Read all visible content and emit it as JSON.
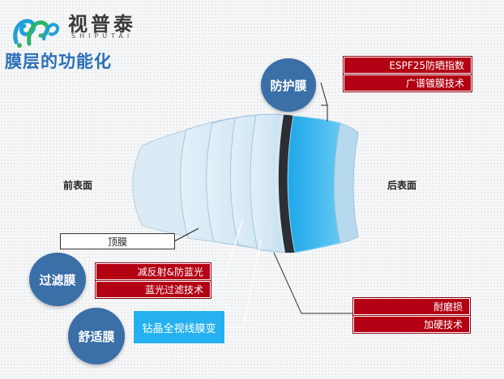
{
  "brand": {
    "name_cn": "视普泰",
    "name_en": "SHIPUTAI"
  },
  "title": "膜层的功能化",
  "faces": {
    "front": "前表面",
    "back": "后表面"
  },
  "groups": {
    "protect": {
      "circle": "防护膜",
      "items": [
        "ESPF25防晒指数",
        "广谱镀膜技术"
      ]
    },
    "top_film": "顶膜",
    "filter": {
      "circle": "过滤膜",
      "items": [
        "减反射&防蓝光",
        "蓝光过滤技术"
      ]
    },
    "comfort": {
      "circle": "舒适膜",
      "item": "钻晶全视线膜变"
    },
    "durable": {
      "items": [
        "耐磨损",
        "加硬技术"
      ]
    }
  },
  "colors": {
    "circle": "#3a6fa8",
    "red_box": "#b30013",
    "blue_box": "#25b1ef",
    "title": "#2a6fb8"
  }
}
